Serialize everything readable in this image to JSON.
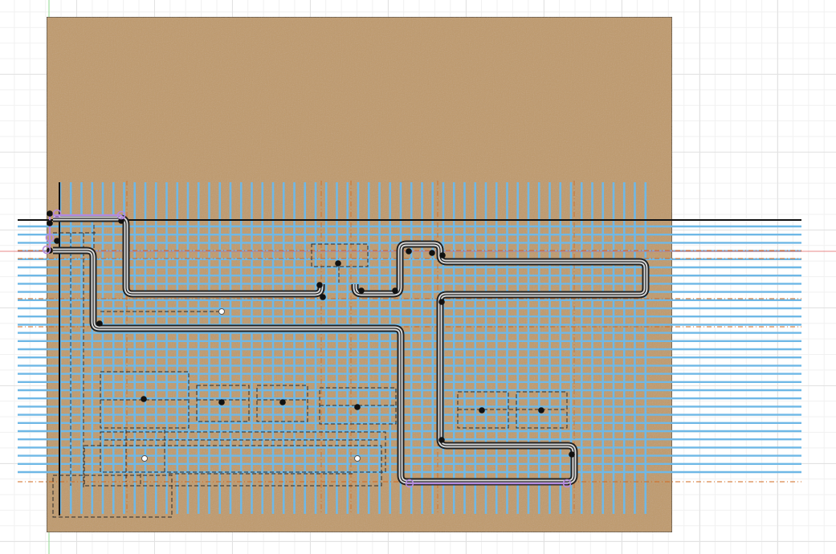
{
  "canvas": {
    "background": "#ffffff",
    "grid_color": "#e2e2e2",
    "origin_axis_color": "#8fd98f"
  },
  "workpiece": {
    "material": "plywood",
    "color": "#bf9a6b",
    "edge_color": "#3a2e22"
  },
  "slat_grid": {
    "color": "#6fb8e6",
    "vertical_count": 56,
    "horizontal_count": 31
  },
  "guides": {
    "construction_line_color": "#d2691e",
    "reference_line_color": "#e06060",
    "axis_line_color": "#111111"
  },
  "toolpath": {
    "color": "#222222",
    "highlight_color": "#b58be0",
    "point_color": "#111111",
    "open_point_color": "#ffffff"
  },
  "sketch": {
    "dash_color": "#2a2a2a"
  }
}
